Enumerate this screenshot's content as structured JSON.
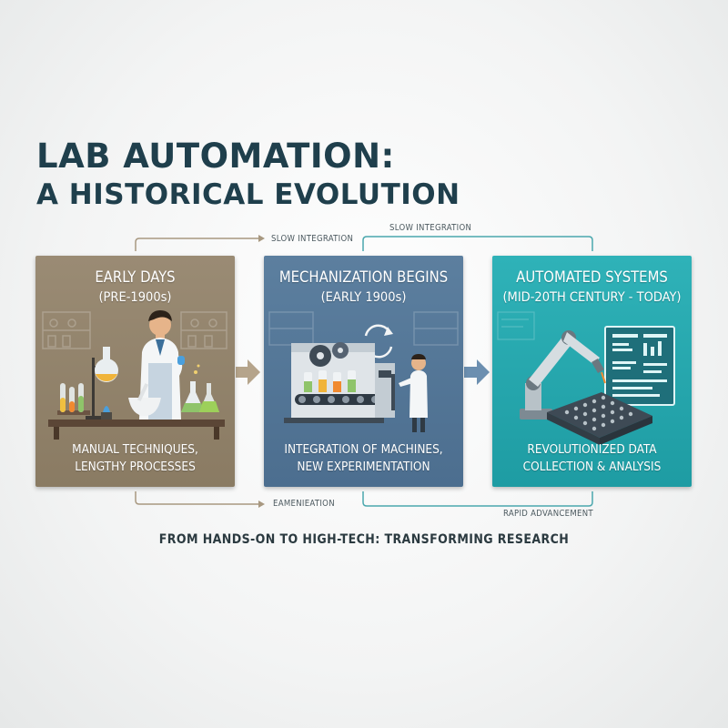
{
  "title": {
    "line1": "LAB AUTOMATION:",
    "line2": "A HISTORICAL EVOLUTION"
  },
  "panels": [
    {
      "title": "EARLY DAYS",
      "subtitle": "(PRE-1900s)",
      "description": "MANUAL TECHNIQUES,\nLENGTHY PROCESSES"
    },
    {
      "title": "MECHANIZATION BEGINS",
      "subtitle": "(EARLY 1900s)",
      "description": "INTEGRATION OF MACHINES,\nNEW EXPERIMENTATION"
    },
    {
      "title": "AUTOMATED SYSTEMS",
      "subtitle": "(MID-20TH CENTURY - TODAY)",
      "description": "REVOLUTIONIZED DATA\nCOLLECTION & ANALYSIS"
    }
  ],
  "flow_labels": {
    "top_left": "SLOW INTEGRATION",
    "top_right": "SLOW INTEGRATION",
    "bottom_left": "EAMENIEATION",
    "bottom_right": "RAPID ADVANCEMENT"
  },
  "tagline": "FROM HANDS-ON TO HIGH-TECH: TRANSFORMING RESEARCH",
  "colors": {
    "title": "#1f3f4c",
    "panel_early": "#8f806a",
    "panel_mechanization": "#52759a",
    "panel_automated": "#26a7ad",
    "arrow_early": "#b5a48b",
    "arrow_mechanization": "#6c8fb0",
    "connector_brown": "#a89880",
    "connector_teal": "#4aa7ad"
  }
}
